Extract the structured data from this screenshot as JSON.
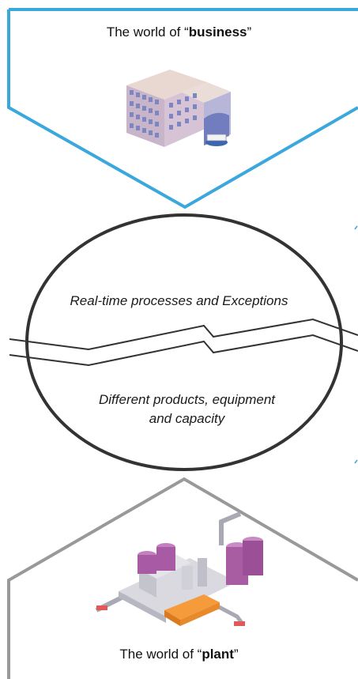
{
  "business": {
    "prefix": "The world of “",
    "word": "business",
    "suffix": "”",
    "icon": "office-building-icon",
    "border_color": "#3aa8dc"
  },
  "middle": {
    "caption_top": "Real-time processes and Exceptions",
    "caption_bottom_line1": "Different products, equipment",
    "caption_bottom_line2": "and capacity",
    "border_color": "#333333"
  },
  "plant": {
    "prefix": "The world of “",
    "word": "plant",
    "suffix": "”",
    "icon": "factory-plant-icon",
    "border_color": "#999999"
  }
}
